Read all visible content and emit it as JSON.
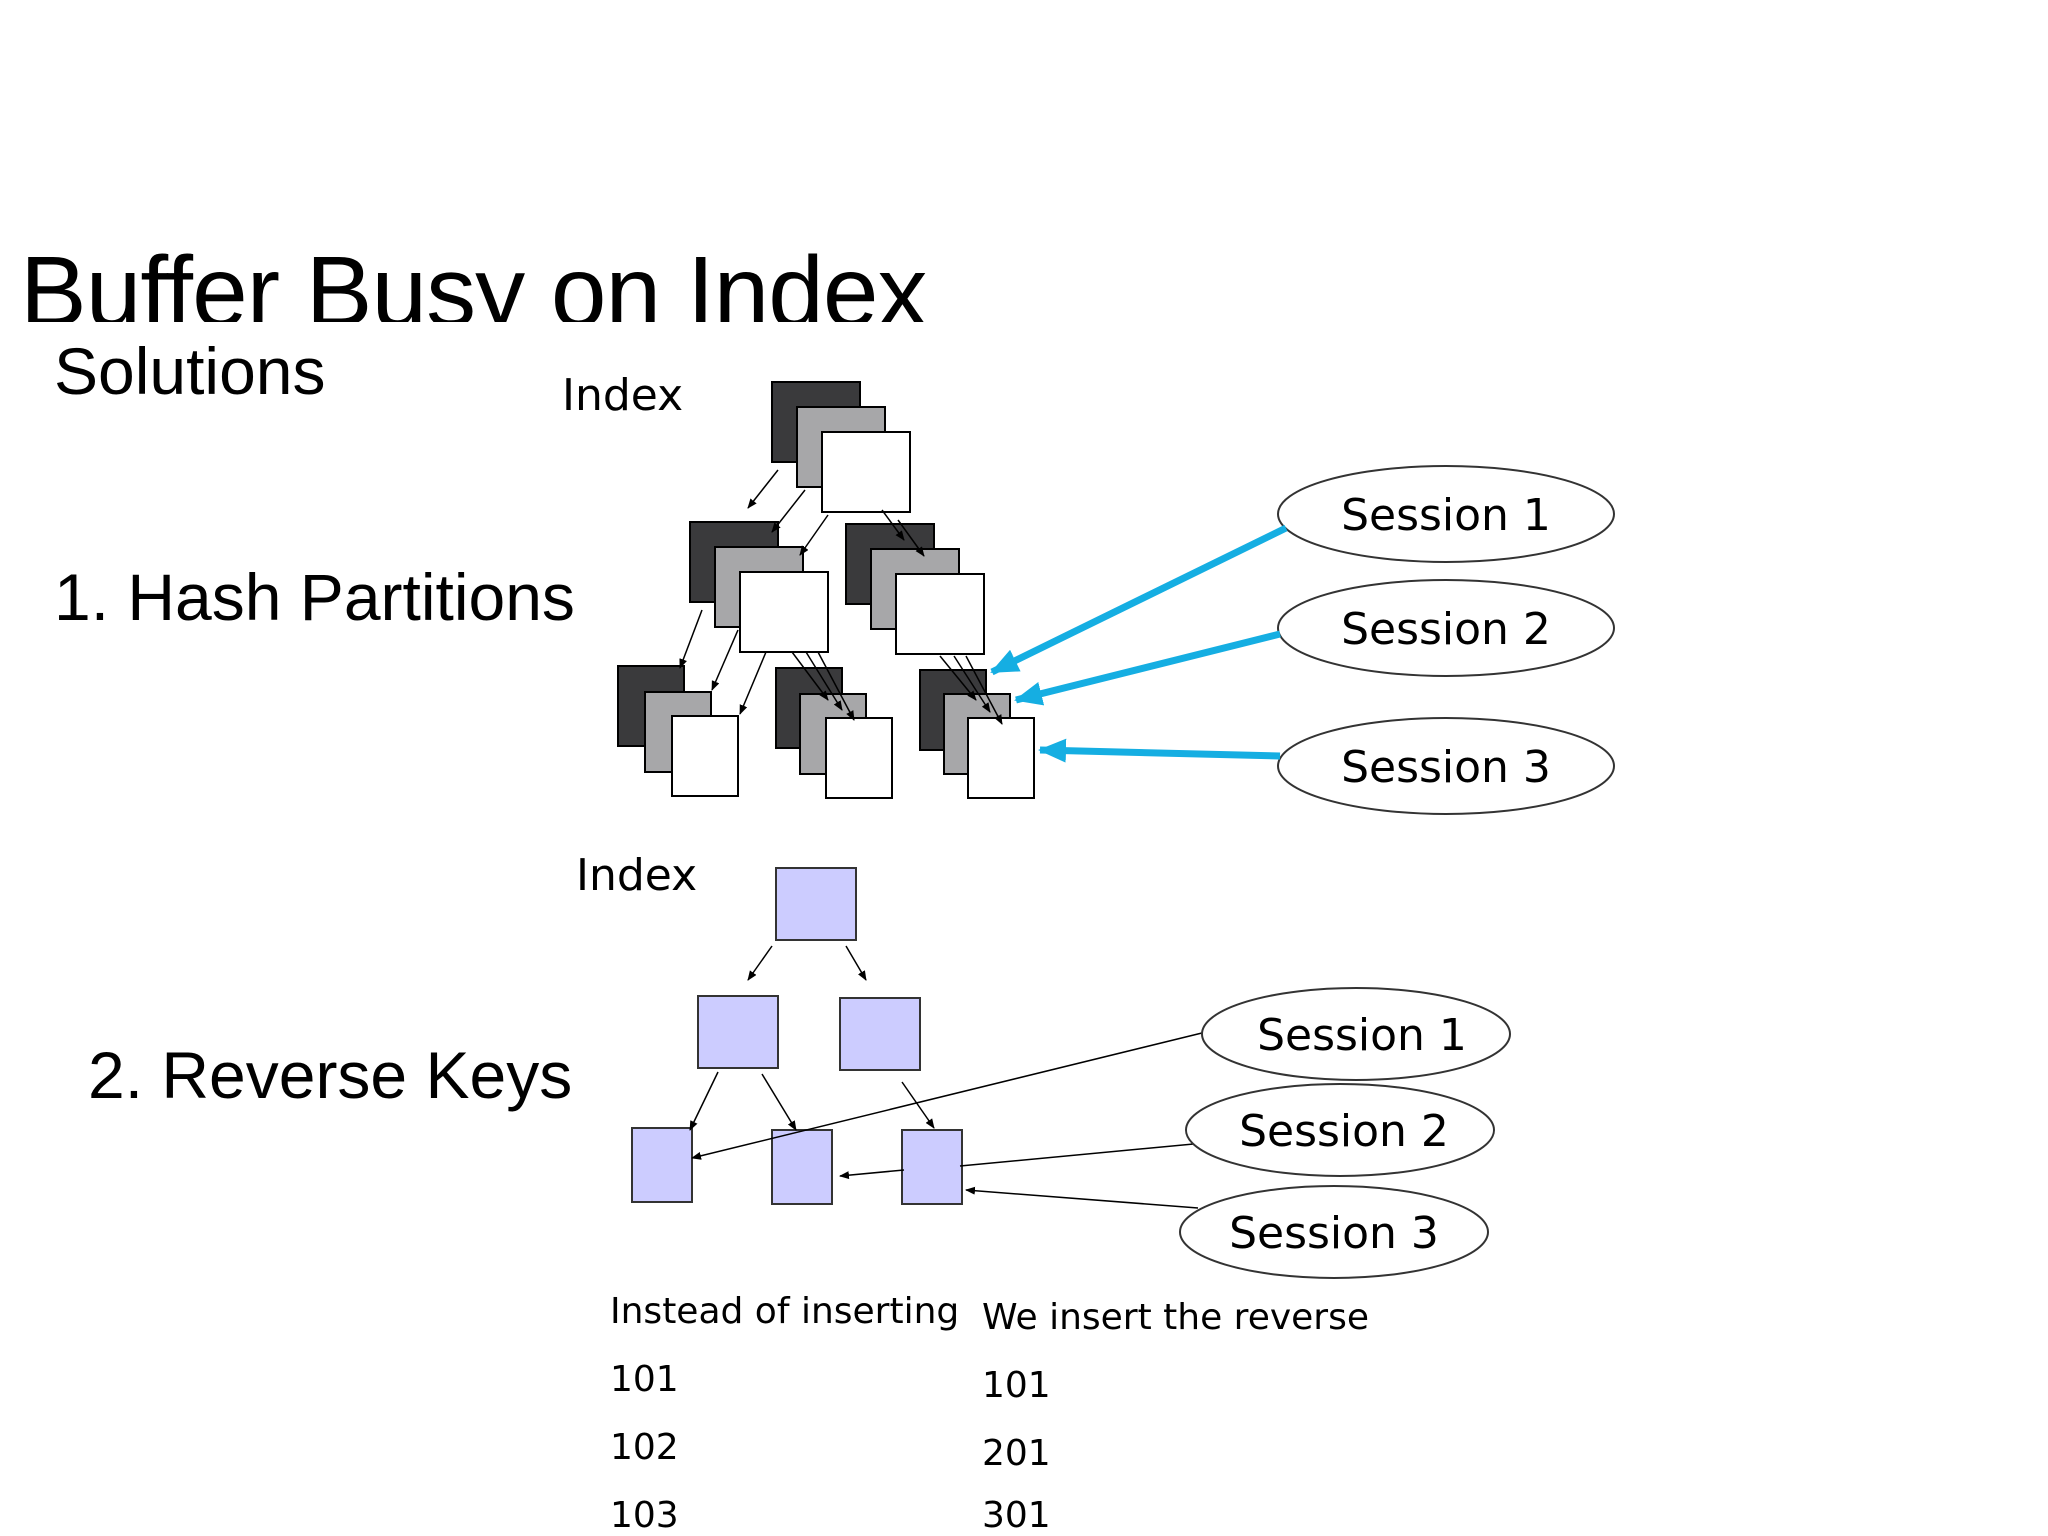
{
  "slide": {
    "title": "Buffer Busy on Index",
    "subtitle": "Solutions"
  },
  "solutions": [
    {
      "label": "1. Hash Partitions"
    },
    {
      "label": "2. Reverse Keys"
    }
  ],
  "diagram_hash": {
    "index_label": "Index",
    "sessions": [
      "Session 1",
      "Session 2",
      "Session 3"
    ],
    "colors": {
      "dark": "#3a3a3c",
      "mid": "#a7a7a9",
      "light": "#ffffff",
      "arrow": "#15aee2"
    }
  },
  "diagram_reverse": {
    "index_label": "Index",
    "sessions": [
      "Session 1",
      "Session 2",
      "Session 3"
    ],
    "colors": {
      "node_fill": "#ccccff",
      "node_stroke": "#333333"
    }
  },
  "keys_table": {
    "left_header": "Instead of inserting",
    "right_header": "We insert the reverse",
    "left_values": [
      "101",
      "102",
      "103"
    ],
    "right_values": [
      "101",
      "201",
      "301"
    ]
  }
}
